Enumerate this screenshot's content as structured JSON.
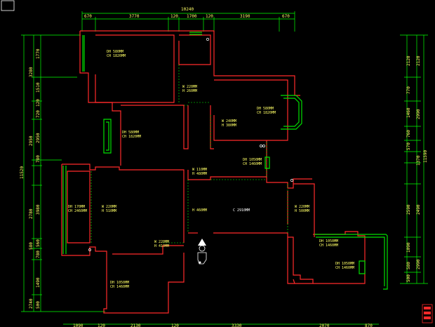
{
  "top_dimensions": {
    "total": "10240",
    "segments": [
      "670",
      "3770",
      "120",
      "1700",
      "120",
      "3190",
      "670"
    ]
  },
  "left_dimensions": {
    "total": "11520",
    "column_a": [
      "1770",
      "1510",
      "120",
      "720",
      "2950",
      "780",
      "3980",
      "560",
      "780",
      "1490",
      "500"
    ],
    "column_b": [
      "3280",
      "2950",
      "2780",
      "580",
      "2740"
    ]
  },
  "right_dimensions": {
    "column_a": [
      "2120",
      "770",
      "1460",
      "760",
      "570",
      "2590",
      "1090",
      "580",
      "500"
    ],
    "column_b": [
      "2120",
      "2990",
      "1370",
      "2490",
      "2990"
    ],
    "total": "11590"
  },
  "labels": {
    "room_a": [
      "DH 580MM",
      "CH 1820MM"
    ],
    "room_b": [
      "DH 580MM",
      "CH 1820MM"
    ],
    "room_c": [
      "DH 580MM",
      "CH 1820MM"
    ],
    "room_d": [
      "DH 1050MM",
      "CH 1460MM"
    ],
    "room_e": [
      "DH 170MM",
      "CH 2460MM"
    ],
    "room_f": [
      "W 220MM",
      "H 510MM"
    ],
    "room_g": [
      "DH 1050MM",
      "CH 1460MM"
    ],
    "room_h": [
      "DH 1050MM",
      "CH 1460MM"
    ],
    "room_i": [
      "DH 1050MM",
      "CH 1460MM"
    ],
    "door_1": [
      "W 220MM",
      "H 260MM"
    ],
    "door_2": [
      "W 240MM",
      "H 380MM"
    ],
    "door_3": [
      "W 110MM",
      "H 480MM"
    ],
    "door_4": [
      "W 220MM",
      "H 410MM"
    ],
    "door_5": [
      "W 220MM",
      "H 500MM"
    ],
    "height_mid": "H 460MM",
    "ceiling": "C 2910MM"
  },
  "bottom_dimensions": [
    "1090",
    "120",
    "2130",
    "120",
    "3330",
    "2070",
    "870"
  ],
  "icons": {
    "corner": "window-corner-box",
    "north": "north-arrow-icon",
    "legend": "legend-icon"
  },
  "colors": {
    "background": "#000000",
    "wall": "#ff2a2a",
    "window": "#00e000",
    "dimension": "#00ff00",
    "text": "#ffff66"
  }
}
